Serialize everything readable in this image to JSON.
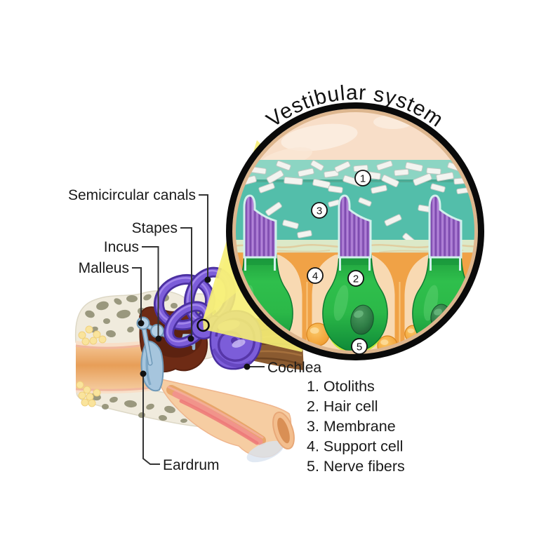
{
  "title": "Vestibular system",
  "ear_labels": {
    "semicircular_canals": "Semicircular canals",
    "stapes": "Stapes",
    "incus": "Incus",
    "malleus": "Malleus",
    "eardrum": "Eardrum",
    "cochlea": "Cochlea"
  },
  "magnified_view": {
    "markers": [
      "1",
      "2",
      "3",
      "4",
      "5"
    ]
  },
  "legend": {
    "items": [
      "1. Otoliths",
      "2. Hair cell",
      "3. Membrane",
      "4. Support cell",
      "5. Nerve fibers"
    ]
  },
  "colors": {
    "membrane_teal": "#53BEAA",
    "membrane_teal_light": "#8CD5C3",
    "otolith_white": "#F3F4F0",
    "hair_cell_green": "#2FBF4C",
    "stereocilia_purple": "#9C68C8",
    "support_cell_peach": "#F8D9B2",
    "support_border_orange": "#F0A246",
    "nerve_glow_yellow_green": "#C9EC3C",
    "inner_ear_purple": "#7C5DD9",
    "beam_yellow": "#F6EE75",
    "bone_cream": "#F0EBDD",
    "canal_skin": "#E8A260",
    "ring_black": "#0A0A0A"
  }
}
